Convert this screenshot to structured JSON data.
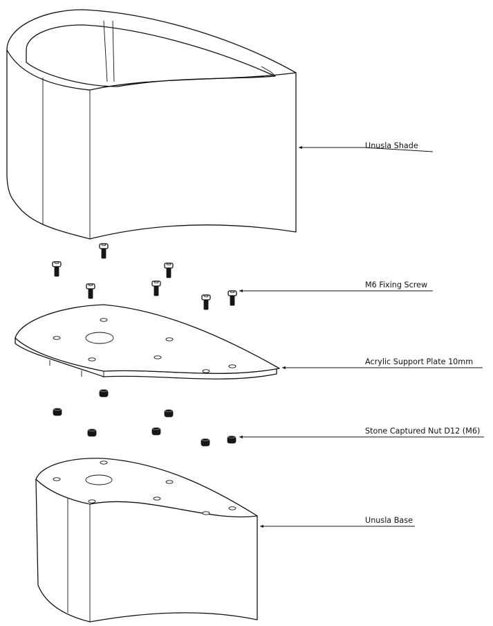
{
  "callouts": {
    "shade": "Unusla Shade",
    "screw": "M6 Fixing Screw",
    "plate": "Acrylic Support Plate 10mm",
    "nut": "Stone Captured Nut D12 (M6)",
    "base": "Unusla Base"
  }
}
